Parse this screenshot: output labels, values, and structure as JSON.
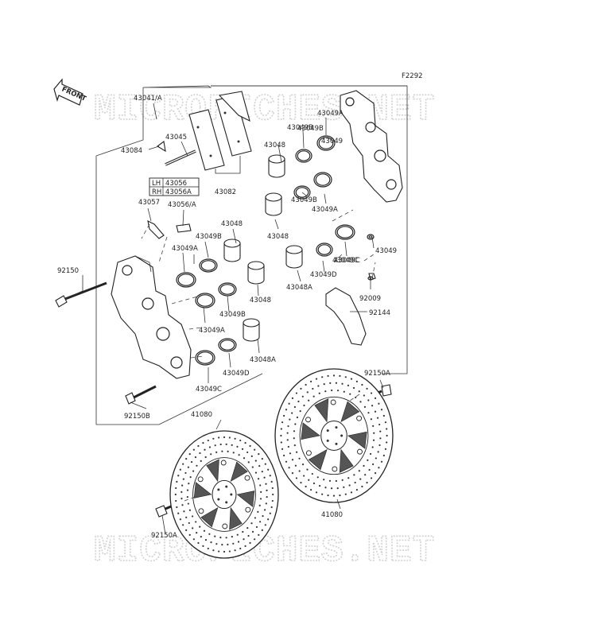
{
  "diagram": {
    "figure_code": "F2292",
    "front_label": "FRONT",
    "watermarks": [
      "MICROFICHES.NET",
      "MICROFICHES.NET"
    ],
    "variant_box": {
      "rows": [
        {
          "side": "LH",
          "part": "43056"
        },
        {
          "side": "RH",
          "part": "43056A"
        }
      ]
    },
    "labels": [
      "43041/A",
      "43084",
      "43045",
      "43082",
      "43057",
      "43056/A",
      "43048",
      "43049B",
      "43049A",
      "43049",
      "43048",
      "43049B",
      "43049A",
      "43049C",
      "43049D",
      "43048A",
      "43048",
      "43049B",
      "43049A",
      "43049B",
      "43049D",
      "43049C",
      "43048A",
      "43049",
      "43049A",
      "43049B",
      "43049C",
      "92009",
      "92144",
      "92150",
      "92150B",
      "92150A",
      "41080",
      "41080",
      "92150A",
      "43048"
    ]
  }
}
